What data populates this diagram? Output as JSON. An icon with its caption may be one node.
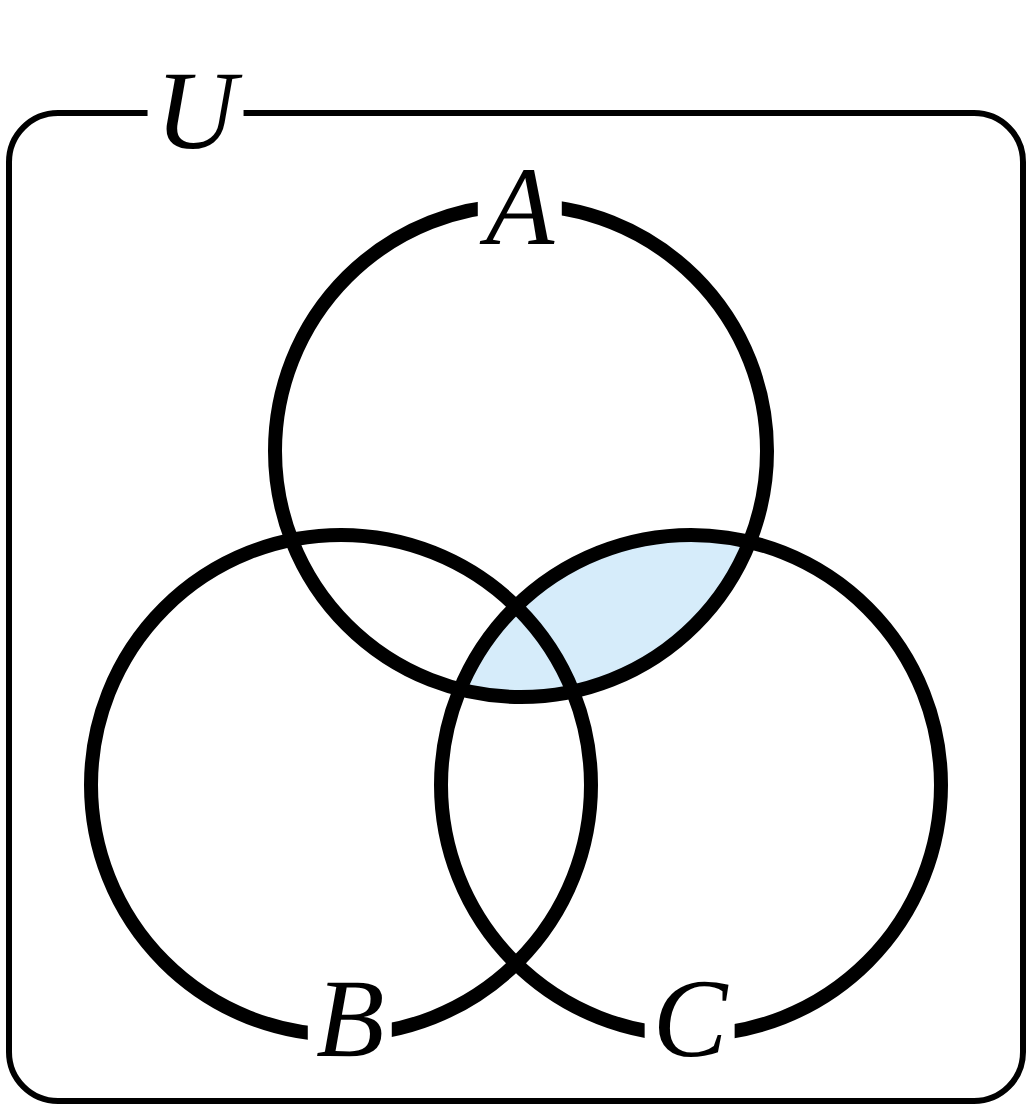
{
  "diagram": {
    "nodes": [
      {
        "text": [
          "U"
        ]
      },
      {
        "text": [
          "A"
        ],
        "in": 0
      },
      {
        "text": [
          "B"
        ],
        "in": 0
      },
      {
        "text": [
          "C"
        ],
        "in": 0
      },
      {
        "text": [],
        "shape": "lens"
      }
    ]
  }
}
